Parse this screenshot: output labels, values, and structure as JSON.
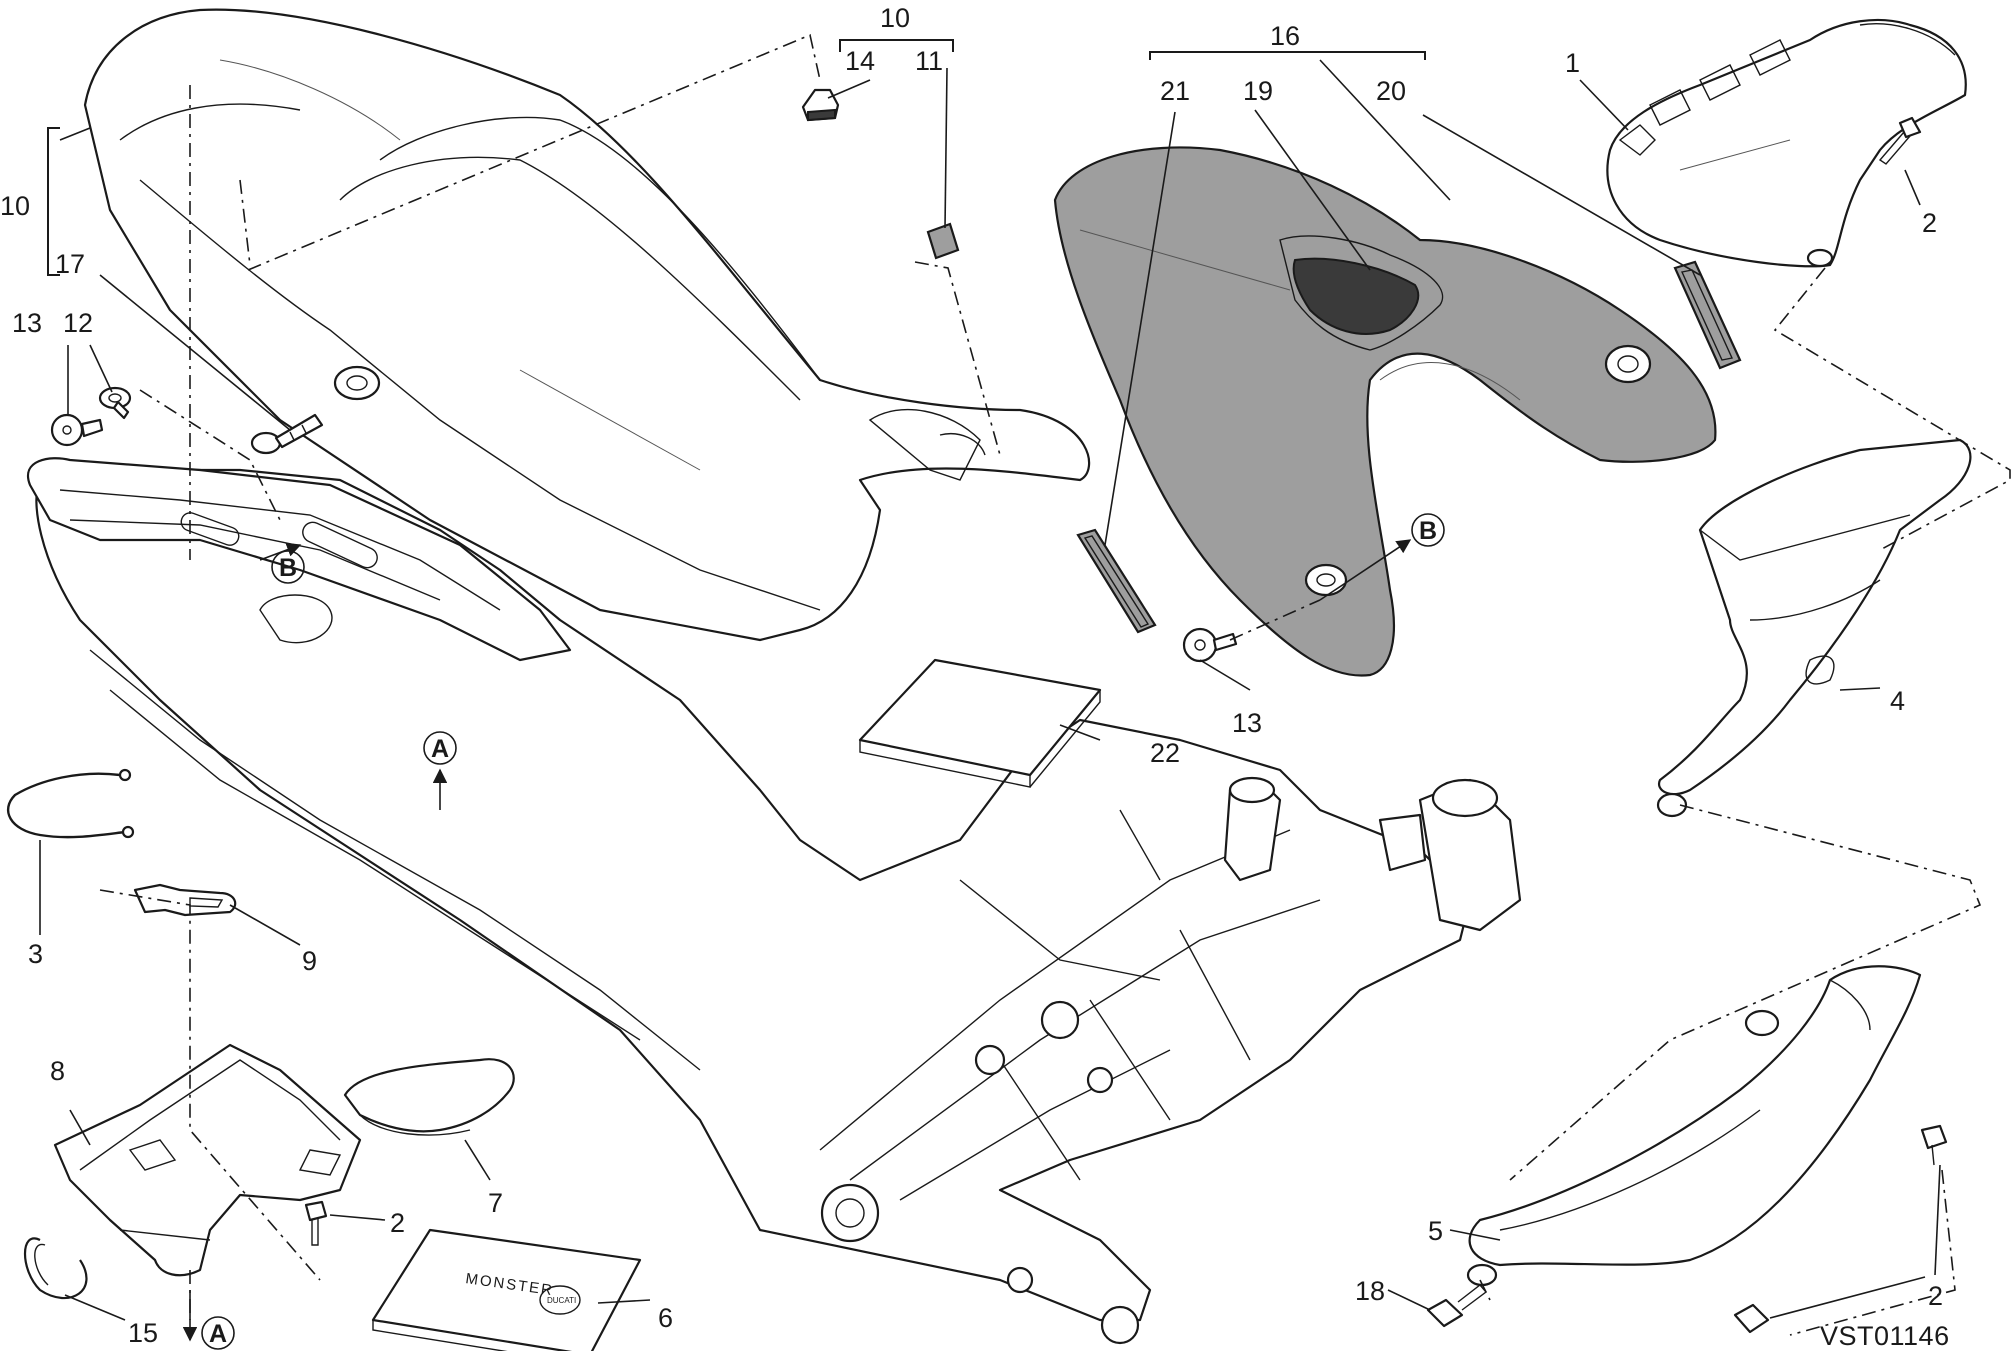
{
  "diagram": {
    "drawing_code": "VST01146",
    "callouts": {
      "c1": "1",
      "c2a": "2",
      "c2b": "2",
      "c2c": "2",
      "c3": "3",
      "c4": "4",
      "c5": "5",
      "c6": "6",
      "c7": "7",
      "c8": "8",
      "c9": "9",
      "c10a": "10",
      "c10b": "10",
      "c11": "11",
      "c12": "12",
      "c13a": "13",
      "c13b": "13",
      "c14": "14",
      "c15": "15",
      "c16": "16",
      "c17": "17",
      "c18": "18",
      "c19": "19",
      "c20": "20",
      "c21": "21",
      "c22": "22"
    },
    "reference_marks": {
      "ref_a1": "A",
      "ref_a2": "A",
      "ref_b1": "B",
      "ref_b2": "B"
    },
    "manual_cover_text": "MONSTER",
    "manual_logo_text": "DUCATI"
  }
}
